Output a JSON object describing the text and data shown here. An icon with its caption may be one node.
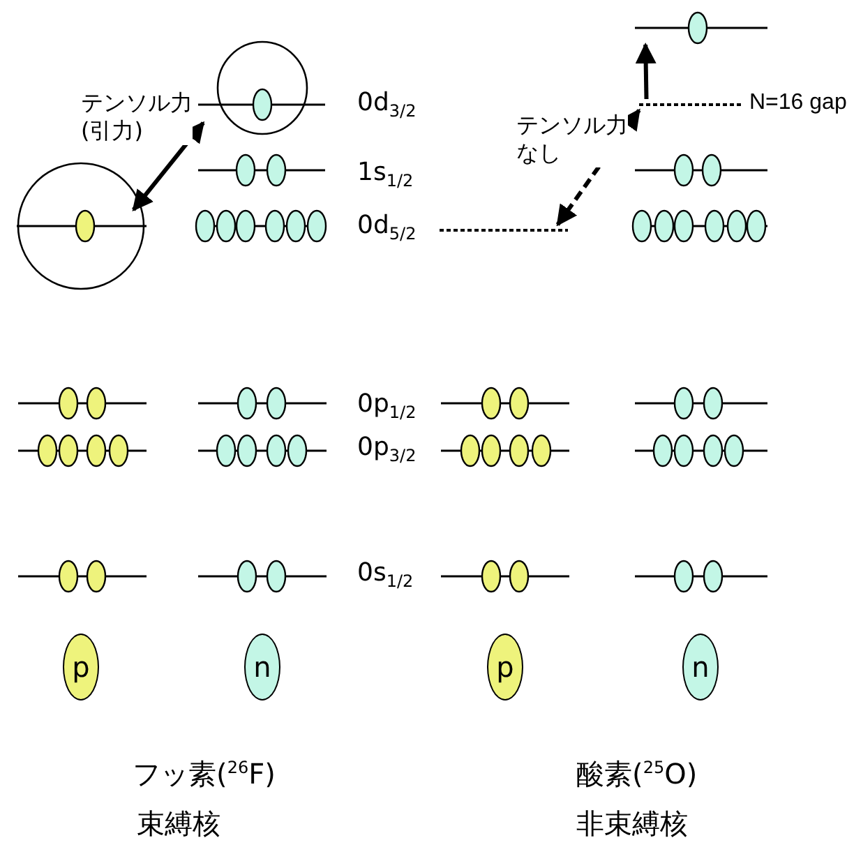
{
  "diagram": {
    "nodes": [
      {
        "text": [],
        "shape": "bar"
      },
      {
        "text": [],
        "shape": "bar"
      },
      {
        "text": [],
        "shape": "bar",
        "beside": [
          "N=16 gap"
        ]
      },
      {
        "text": [],
        "shape": "bar"
      },
      {
        "text": [],
        "shape": "bar"
      },
      {
        "text": [],
        "shape": "bar"
      },
      {
        "text": [],
        "shape": "bar"
      },
      {
        "text": [],
        "shape": "bar"
      },
      {
        "text": [],
        "shape": "bar"
      },
      {
        "text": [],
        "shape": "bar"
      },
      {
        "text": [],
        "shape": "bar"
      },
      {
        "text": [],
        "shape": "bar"
      },
      {
        "text": [],
        "shape": "bar"
      },
      {
        "text": [],
        "shape": "bar"
      },
      {
        "text": [],
        "shape": "bar"
      },
      {
        "text": [],
        "shape": "bar"
      },
      {
        "text": [],
        "shape": "bar"
      },
      {
        "text": [],
        "shape": "bar"
      },
      {
        "text": [],
        "shape": "bar"
      },
      {
        "text": [],
        "shape": "bar"
      },
      {
        "text": [],
        "shape": "bar"
      },
      {
        "text": [
          "p"
        ]
      },
      {
        "text": [
          "n"
        ]
      },
      {
        "text": [
          "p"
        ]
      },
      {
        "text": [
          "n"
        ]
      }
    ],
    "edges": [
      {
        "from": 5,
        "to": 1,
        "arrow": "both",
        "label": "テンソル力(引力)"
      },
      {
        "from": 2,
        "to": 0,
        "arrow": "to"
      },
      {
        "from": 7,
        "to": 2,
        "arrow": "both",
        "style": "dashed",
        "label": "テンソル力なし"
      }
    ],
    "labels": [
      "0d$_{3/2}$",
      "1s$_{1/2}$",
      "0d$_{5/2}$",
      "0p$_{1/2}$",
      "0p$_{3/2}$",
      "0s$_{1/2}$",
      "フッ素($^{26}$F)",
      "酸素($^{25}$O)",
      "束縛核",
      "非束縛核"
    ]
  }
}
